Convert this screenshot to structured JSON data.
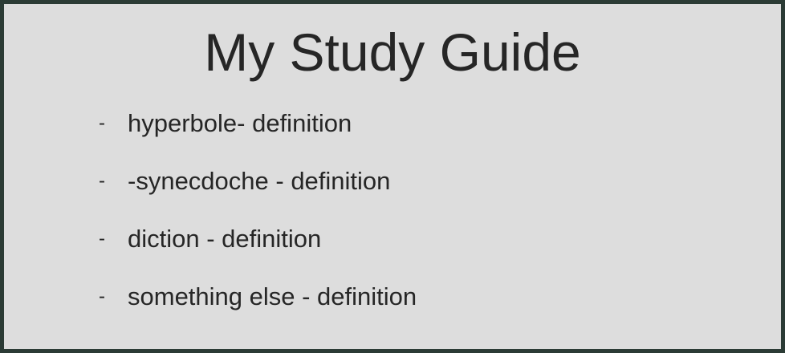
{
  "title": "My Study Guide",
  "bullet_glyph": "-",
  "items": [
    {
      "text": "hyperbole- definition"
    },
    {
      "text": "-synecdoche - definition"
    },
    {
      "text": "diction - definition"
    },
    {
      "text": "something else - definition"
    }
  ],
  "colors": {
    "background": "#dddddd",
    "border": "#2b3b35",
    "text": "#262626"
  }
}
